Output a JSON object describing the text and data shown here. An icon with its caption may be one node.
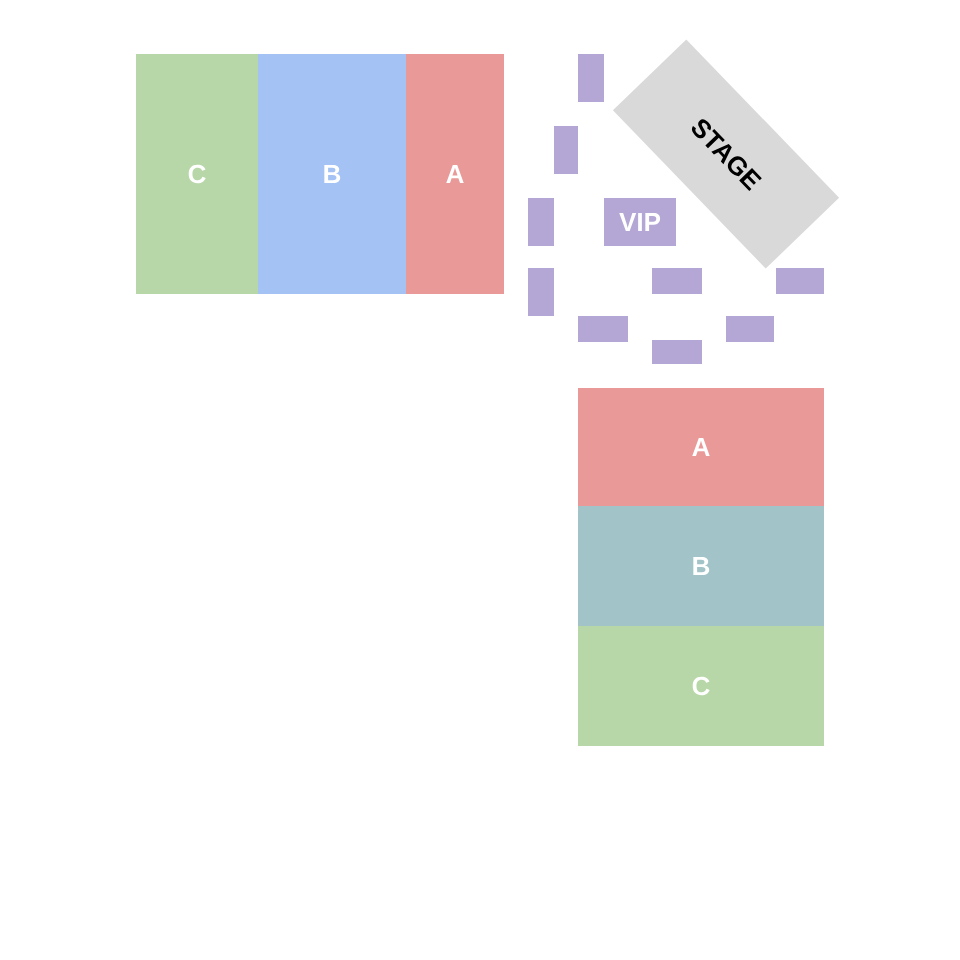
{
  "diagram": {
    "nodes": [
      {
        "text": [
          "C"
        ]
      },
      {
        "text": [
          "B"
        ]
      },
      {
        "text": [
          "A"
        ]
      },
      {
        "text": [
          "STAGE"
        ]
      },
      {
        "text": [
          "VIP"
        ]
      },
      {
        "text": [],
        "shape": "box"
      },
      {
        "text": [],
        "shape": "box"
      },
      {
        "text": [],
        "shape": "box"
      },
      {
        "text": [],
        "shape": "box"
      },
      {
        "text": [],
        "shape": "box"
      },
      {
        "text": [],
        "shape": "box"
      },
      {
        "text": [],
        "shape": "box"
      },
      {
        "text": [],
        "shape": "box"
      },
      {
        "text": [],
        "shape": "box"
      },
      {
        "text": [
          "A"
        ]
      },
      {
        "text": [
          "B"
        ]
      },
      {
        "text": [
          "C"
        ]
      }
    ]
  }
}
